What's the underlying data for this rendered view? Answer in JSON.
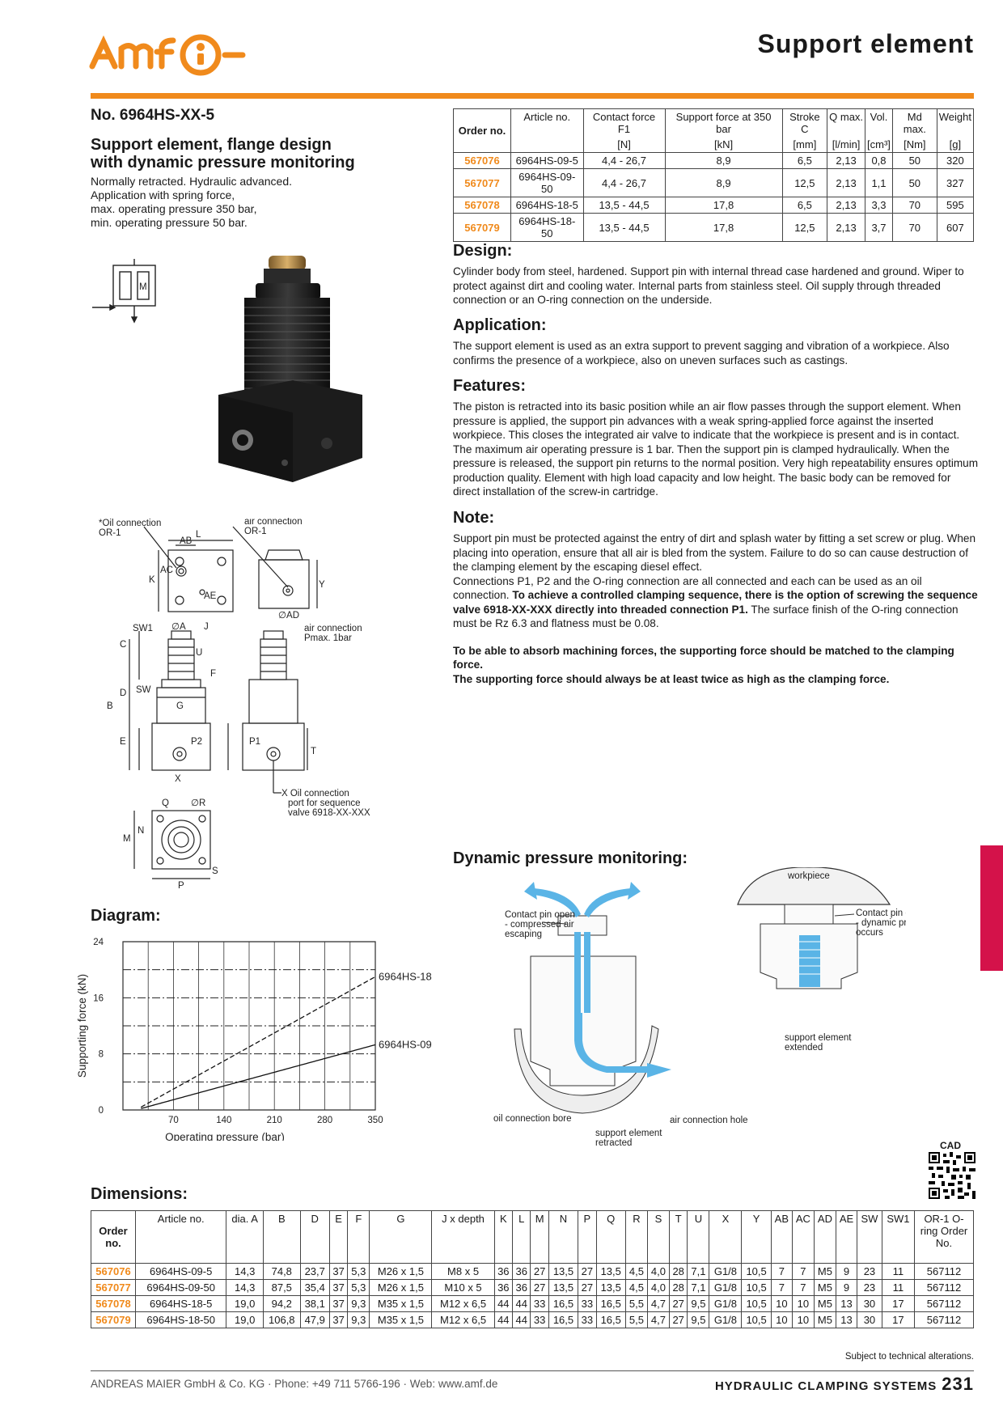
{
  "header": {
    "title": "Support element",
    "brand_color": "#f08a1c",
    "logo": "amf-logo"
  },
  "product": {
    "article": "No. 6964HS-XX-5",
    "subtitle_1": "Support element, flange design",
    "subtitle_2": "with dynamic pressure monitoring",
    "intro": [
      "Normally retracted. Hydraulic advanced.",
      "Application with spring force,",
      "max. operating pressure 350 bar,",
      "min. operating pressure 50 bar."
    ]
  },
  "order_table": {
    "headers": [
      "Order no.",
      "Article no.",
      "Contact force F1",
      "Support force at 350 bar",
      "Stroke C",
      "Q max.",
      "Vol.",
      "Md max.",
      "Weight"
    ],
    "units": [
      "",
      "",
      "[N]",
      "[kN]",
      "[mm]",
      "[l/min]",
      "[cm³]",
      "[Nm]",
      "[g]"
    ],
    "rows": [
      [
        "567076",
        "6964HS-09-5",
        "4,4 - 26,7",
        "8,9",
        "6,5",
        "2,13",
        "0,8",
        "50",
        "320"
      ],
      [
        "567077",
        "6964HS-09-50",
        "4,4 - 26,7",
        "8,9",
        "12,5",
        "2,13",
        "1,1",
        "50",
        "327"
      ],
      [
        "567078",
        "6964HS-18-5",
        "13,5 - 44,5",
        "17,8",
        "6,5",
        "2,13",
        "3,3",
        "70",
        "595"
      ],
      [
        "567079",
        "6964HS-18-50",
        "13,5 - 44,5",
        "17,8",
        "12,5",
        "2,13",
        "3,7",
        "70",
        "607"
      ]
    ]
  },
  "design": {
    "title": "Design:",
    "text": "Cylinder body from steel, hardened. Support pin with internal thread case hardened and ground. Wiper to protect against dirt and cooling water. Internal parts from stainless steel. Oil supply through threaded connection or an O-ring connection on the underside."
  },
  "application": {
    "title": "Application:",
    "text": "The support element is used as an extra support to prevent sagging and vibration of a workpiece. Also confirms the presence of a workpiece, also on uneven surfaces such as castings."
  },
  "features": {
    "title": "Features:",
    "text": "The piston is retracted into its basic position while an air flow passes through the support element. When pressure is applied, the support pin advances with a weak spring-applied force against the inserted workpiece. This closes the integrated air valve to indicate that the workpiece is present and is in contact. The maximum air operating pressure is 1 bar. Then the support pin is clamped hydraulically. When the pressure is released, the support pin returns to the normal position. Very high repeatability ensures optimum production quality. Element with high load capacity and low height. The basic body can be removed for direct installation of the screw-in cartridge."
  },
  "note": {
    "title": "Note:",
    "p1": "Support pin must be protected against the entry of dirt and splash water by fitting a set screw or plug. When placing into operation, ensure that all air is bled from the system. Failure to do so can cause destruction of the clamping element by the escaping diesel effect.",
    "p2_a": "Connections P1, P2 and the O-ring connection are all connected and each can be used as an oil connection. ",
    "p2_b": "To achieve a controlled clamping sequence, there is the option of screwing the sequence valve 6918-XX-XXX directly into threaded connection P1.",
    "p2_c": " The surface finish of the O-ring connection must be Rz 6.3 and flatness must be 0.08.",
    "p3": "To be able to absorb machining forces, the supporting force should be matched to the clamping force.",
    "p4": "The supporting force should always be at least twice as high as the clamping force."
  },
  "drawing_labels": {
    "oil_connection": "*Oil connection",
    "or1_a": "OR-1",
    "air_connection": "air connection",
    "or1_b": "OR-1",
    "ad": "∅AD",
    "air_connection_2": "air connection",
    "pmax": "Pmax. 1bar",
    "x_oil": "X  Oil connection",
    "port_seq": "port for sequence",
    "valve": "valve 6918-XX-XXX",
    "l": "L",
    "ab": "AB",
    "ac": "AC",
    "ae": "AE",
    "k": "K",
    "y": "Y",
    "sw1": "SW1",
    "a": "∅A",
    "j": "J",
    "u": "U",
    "c": "C",
    "f": "F",
    "sw": "SW",
    "g": "G",
    "b": "B",
    "d": "D",
    "e": "E",
    "p2": "P2",
    "p1": "P1",
    "t": "T",
    "x": "X",
    "q": "Q",
    "r": "∅R",
    "m": "M",
    "n": "N",
    "p": "P",
    "s": "S",
    "symbol_label": "M"
  },
  "diagram": {
    "title": "Diagram:"
  },
  "chart_data": {
    "type": "line",
    "title": "",
    "xlabel": "Operating pressure (bar)",
    "ylabel": "Supporting force (kN)",
    "xlim": [
      0,
      350
    ],
    "ylim": [
      0,
      24
    ],
    "xticks": [
      "70",
      "140",
      "210",
      "280",
      "350"
    ],
    "yticks": [
      "0",
      "8",
      "16",
      "24"
    ],
    "grid": true,
    "series": [
      {
        "name": "6964HS-18",
        "x": [
          25,
          350
        ],
        "y": [
          0.4,
          19
        ]
      },
      {
        "name": "6964HS-09",
        "x": [
          25,
          350
        ],
        "y": [
          0.2,
          9.3
        ]
      }
    ]
  },
  "dynamic": {
    "title": "Dynamic pressure monitoring:",
    "workpiece": "workpiece",
    "open_1": "Contact pin open",
    "open_2": "- compressed air",
    "open_3": "escaping",
    "closed_1": "Contact pin closed",
    "closed_2": "- dynamic pressure",
    "closed_3": "occurs",
    "extended_1": "support element",
    "extended_2": "extended",
    "oil_bore": "oil connection bore",
    "air_hole": "air connection hole",
    "retracted_1": "support element",
    "retracted_2": "retracted",
    "air_color": "#5ab4e6"
  },
  "dimensions": {
    "title": "Dimensions:",
    "headers": [
      "Order no.",
      "Article no.",
      "dia. A",
      "B",
      "D",
      "E",
      "F",
      "G",
      "J x depth",
      "K",
      "L",
      "M",
      "N",
      "P",
      "Q",
      "R",
      "S",
      "T",
      "U",
      "X",
      "Y",
      "AB",
      "AC",
      "AD",
      "AE",
      "SW",
      "SW1",
      "OR-1 O-ring Order No."
    ],
    "rows": [
      [
        "567076",
        "6964HS-09-5",
        "14,3",
        "74,8",
        "23,7",
        "37",
        "5,3",
        "M26 x 1,5",
        "M8 x 5",
        "36",
        "36",
        "27",
        "13,5",
        "27",
        "13,5",
        "4,5",
        "4,0",
        "28",
        "7,1",
        "G1/8",
        "10,5",
        "7",
        "7",
        "M5",
        "9",
        "23",
        "11",
        "567112"
      ],
      [
        "567077",
        "6964HS-09-50",
        "14,3",
        "87,5",
        "35,4",
        "37",
        "5,3",
        "M26 x 1,5",
        "M10 x 5",
        "36",
        "36",
        "27",
        "13,5",
        "27",
        "13,5",
        "4,5",
        "4,0",
        "28",
        "7,1",
        "G1/8",
        "10,5",
        "7",
        "7",
        "M5",
        "9",
        "23",
        "11",
        "567112"
      ],
      [
        "567078",
        "6964HS-18-5",
        "19,0",
        "94,2",
        "38,1",
        "37",
        "9,3",
        "M35 x 1,5",
        "M12 x 6,5",
        "44",
        "44",
        "33",
        "16,5",
        "33",
        "16,5",
        "5,5",
        "4,7",
        "27",
        "9,5",
        "G1/8",
        "10,5",
        "10",
        "10",
        "M5",
        "13",
        "30",
        "17",
        "567112"
      ],
      [
        "567079",
        "6964HS-18-50",
        "19,0",
        "106,8",
        "47,9",
        "37",
        "9,3",
        "M35 x 1,5",
        "M12 x 6,5",
        "44",
        "44",
        "33",
        "16,5",
        "33",
        "16,5",
        "5,5",
        "4,7",
        "27",
        "9,5",
        "G1/8",
        "10,5",
        "10",
        "10",
        "M5",
        "13",
        "30",
        "17",
        "567112"
      ]
    ]
  },
  "cad": {
    "label": "CAD",
    "icon": "qr-code-icon"
  },
  "footer": {
    "subject": "Subject to technical alterations.",
    "company": "ANDREAS MAIER GmbH & Co. KG · Phone: +49 711 5766-196 · Web: www.amf.de",
    "section": "HYDRAULIC CLAMPING SYSTEMS",
    "page": "231"
  }
}
